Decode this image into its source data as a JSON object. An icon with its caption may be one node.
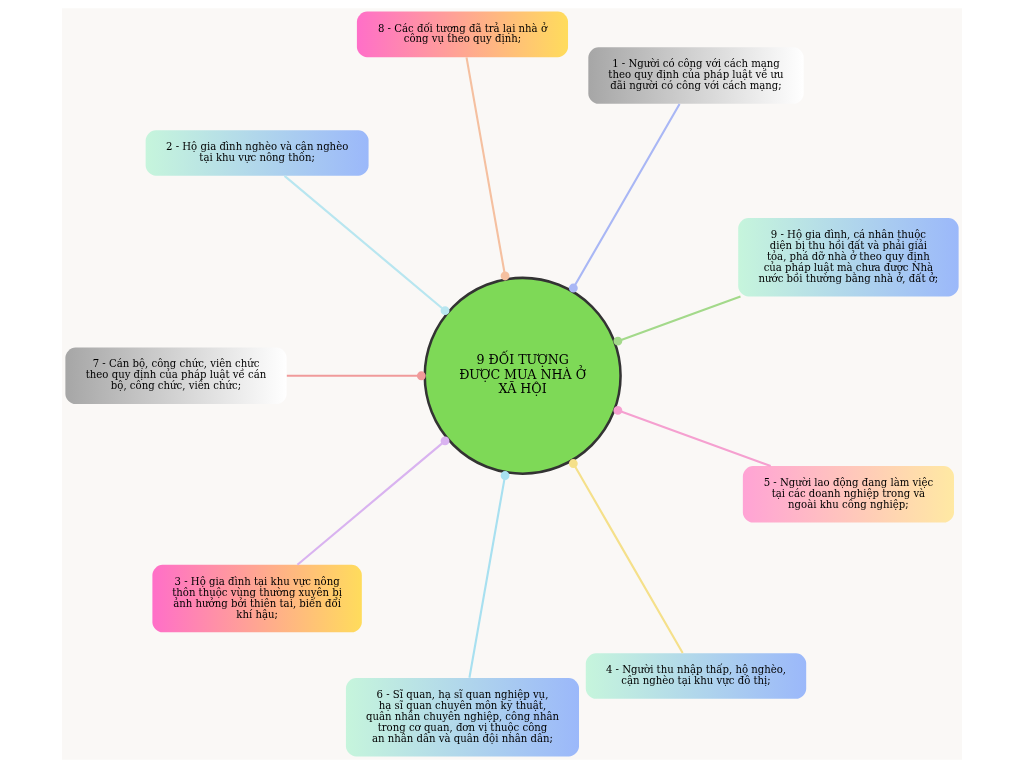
{
  "diagram": {
    "nodes": [
      {
        "text": [
          "9 ĐỐI TƯỢNG ĐƯỢC MUA NHÀ Ở XÃ HỘI"
        ]
      },
      {
        "text": [
          "9 - Hộ gia đình, cá nhân thuộc diện bị thu hồi đất và phải giải tỏa, phá dỡ nhà ở theo quy định của pháp luật mà chưa được Nhà nước bồi thường bằng nhà ở, đất ở;"
        ]
      },
      {
        "text": [
          "1 - Người có công với cách mạng theo quy định của pháp luật về ưu đãi người có công với cách mạng;"
        ]
      },
      {
        "text": [
          "8 - Các đối tượng đã trả lại nhà ở công vụ theo quy định;"
        ]
      },
      {
        "text": [
          "2 - Hộ gia đình nghèo và cận nghèo tại khu vực nông thôn;"
        ]
      },
      {
        "text": [
          "7 - Cán bộ, công chức, viên chức theo quy định của pháp luật về cán bộ, công chức, viên chức;"
        ]
      },
      {
        "text": [
          "3 - Hộ gia đình tại khu vực nông thôn thuộc vùng thường xuyên bị ảnh hưởng bởi thiên tai, biến đổi khí hậu;"
        ]
      },
      {
        "text": [
          "6 - Sĩ quan, hạ sĩ quan nghiệp vụ, hạ sĩ quan chuyên môn kỹ thuật, quân nhân chuyên nghiệp, công nhân trong cơ quan, đơn vị thuộc công an nhân dân và quân đội nhân dân;"
        ]
      },
      {
        "text": [
          "4 - Người thu nhập thấp, hộ nghèo, cận nghèo tại khu vực đô thị;"
        ]
      },
      {
        "text": [
          "5 - Người lao động đang làm việc tại các doanh nghiệp trong và ngoài khu công nghiệp;"
        ]
      }
    ],
    "edges": [
      {
        "from": 0,
        "to": 1,
        "arrow": "other",
        "color": "#a3d98a"
      },
      {
        "from": 0,
        "to": 2,
        "arrow": "other",
        "color": "#a9b7f5"
      },
      {
        "from": 0,
        "to": 3,
        "arrow": "other",
        "color": "#f5c0a0"
      },
      {
        "from": 0,
        "to": 4,
        "arrow": "other",
        "color": "#b8e6f0"
      },
      {
        "from": 0,
        "to": 5,
        "arrow": "other",
        "color": "#f09a9a"
      },
      {
        "from": 0,
        "to": 6,
        "arrow": "other",
        "color": "#d9b3f0"
      },
      {
        "from": 0,
        "to": 7,
        "arrow": "other",
        "color": "#a8e0f0"
      },
      {
        "from": 0,
        "to": 8,
        "arrow": "other",
        "color": "#f5e08a"
      },
      {
        "from": 0,
        "to": 9,
        "arrow": "other",
        "color": "#f5a0d0"
      }
    ]
  }
}
